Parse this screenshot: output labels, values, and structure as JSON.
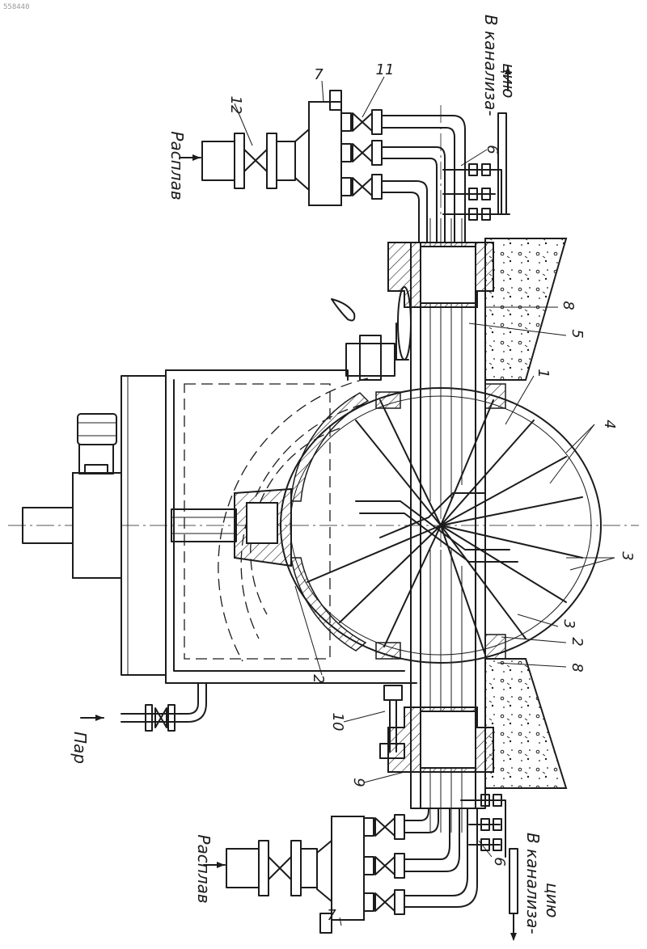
{
  "figure_id": "558440",
  "labels": {
    "n1": "1",
    "n2": "2",
    "n3": "3",
    "n4": "4",
    "n5": "5",
    "n6": "6",
    "n7": "7",
    "n8": "8",
    "n9": "9",
    "n10": "10",
    "n11": "11",
    "n12": "12"
  },
  "annotations": {
    "melt": "Расплав",
    "steam": "Пар",
    "sewer_1": "В канализа-",
    "sewer_2": "цию"
  }
}
